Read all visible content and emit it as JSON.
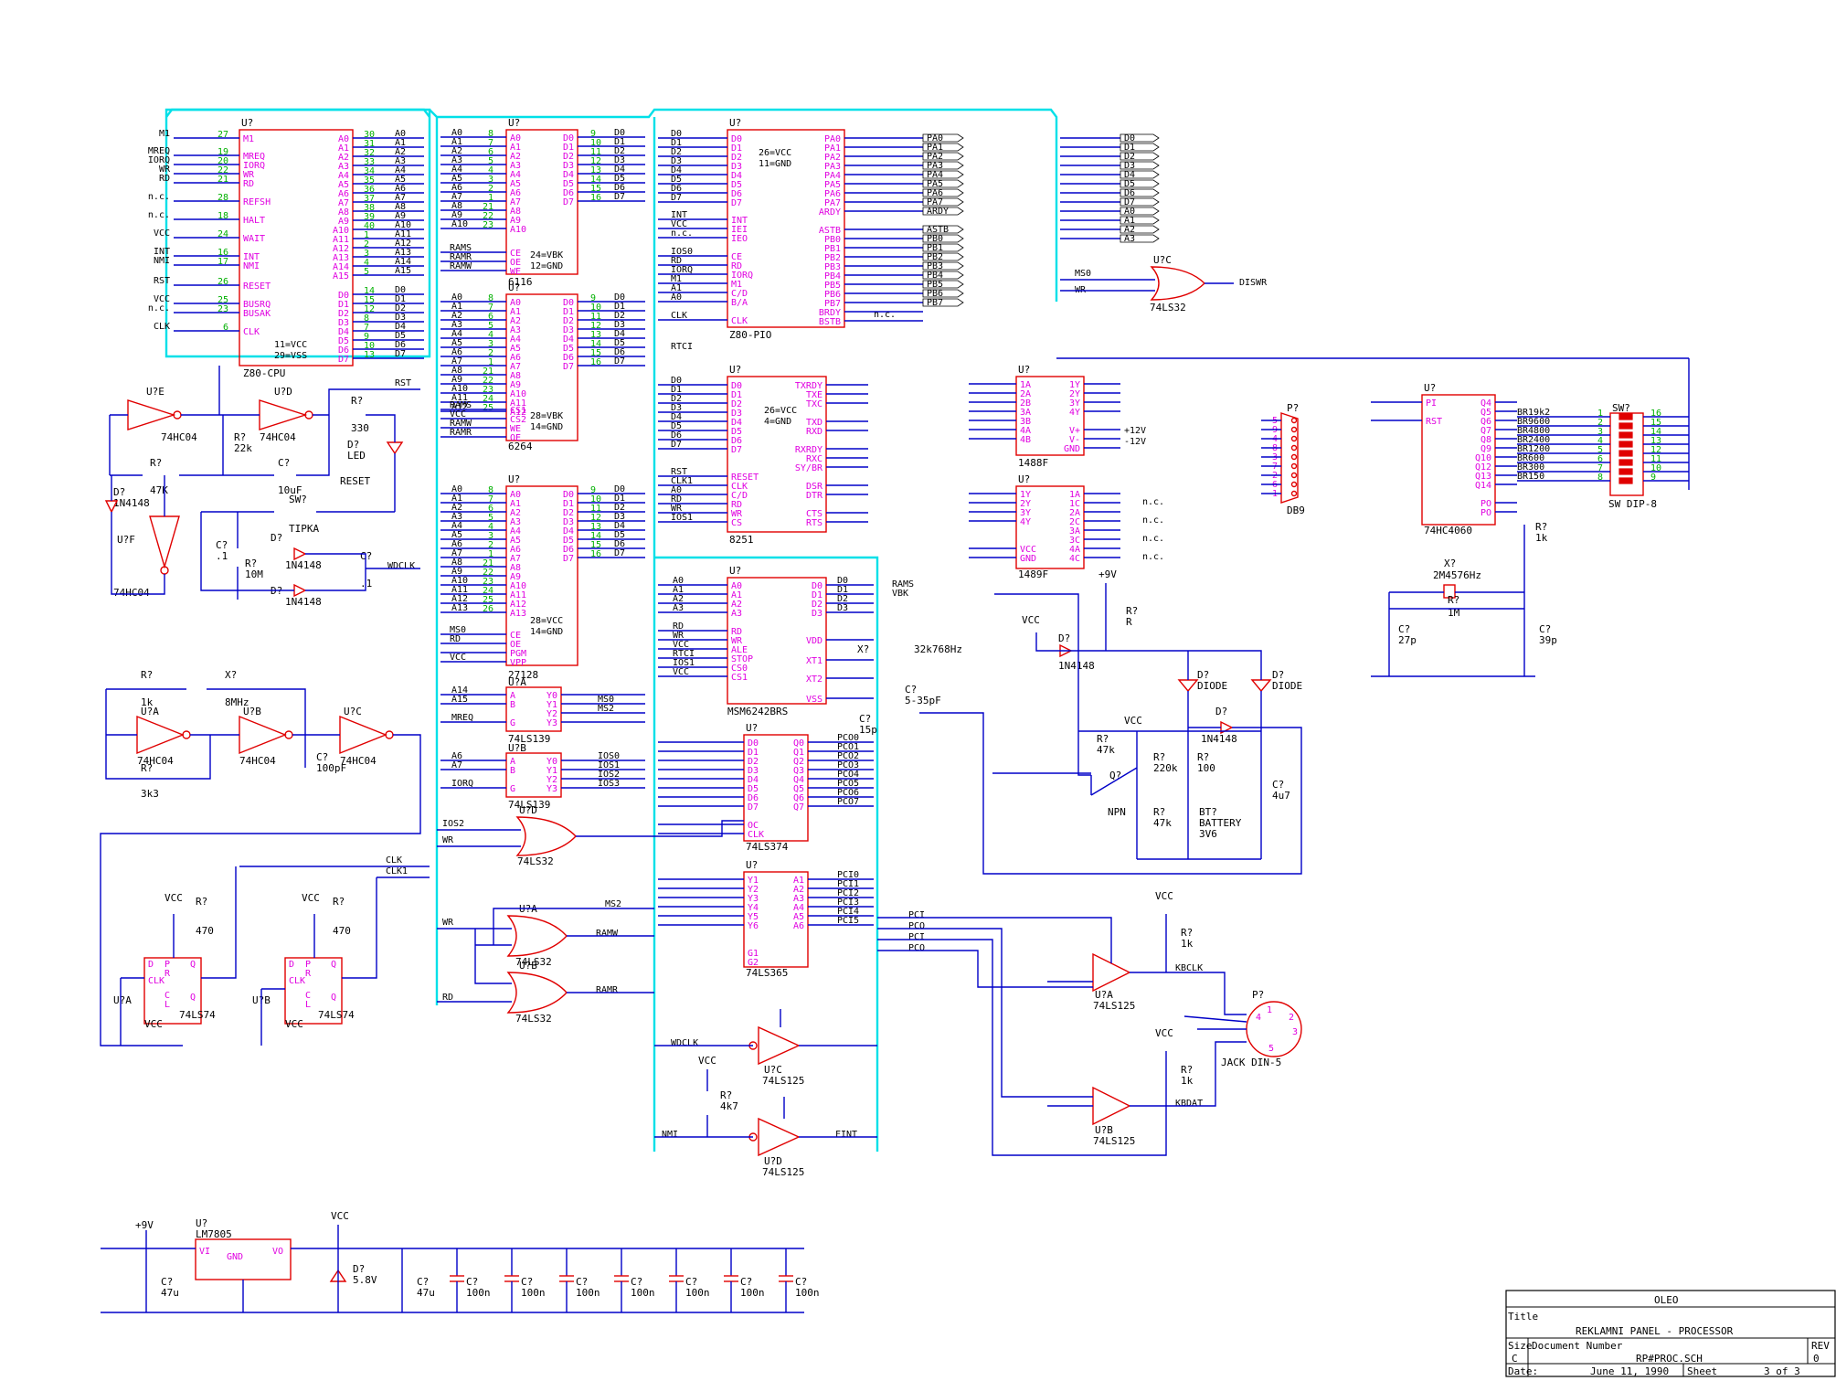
{
  "title_block": {
    "company": "OLEO",
    "title_label": "Title",
    "title": "REKLAMNI PANEL - PROCESSOR",
    "size_label": "Size",
    "size": "C",
    "docnum_label": "Document Number",
    "docnum": "RP#PROC.SCH",
    "rev_label": "REV",
    "rev": "0",
    "date_label": "Date:",
    "date": "June 11, 1990",
    "sheet_label": "Sheet",
    "sheet": "3 of 3"
  },
  "cpu": {
    "ref": "U?",
    "name": "Z80-CPU",
    "left_pins": [
      [
        "27",
        "M1"
      ],
      [
        "19",
        "MREQ"
      ],
      [
        "20",
        "IORQ"
      ],
      [
        "22",
        "WR"
      ],
      [
        "21",
        "RD"
      ],
      [
        "28",
        "REFSH"
      ],
      [
        "18",
        "HALT"
      ],
      [
        "24",
        "WAIT"
      ],
      [
        "16",
        "INT"
      ],
      [
        "17",
        "NMI"
      ],
      [
        "26",
        "RESET"
      ],
      [
        "25",
        "BUSRQ"
      ],
      [
        "23",
        "BUSAK"
      ],
      [
        "6",
        "CLK"
      ]
    ],
    "addr_pins": [
      [
        "30",
        "A0"
      ],
      [
        "31",
        "A1"
      ],
      [
        "32",
        "A2"
      ],
      [
        "33",
        "A3"
      ],
      [
        "34",
        "A4"
      ],
      [
        "35",
        "A5"
      ],
      [
        "36",
        "A6"
      ],
      [
        "37",
        "A7"
      ],
      [
        "38",
        "A8"
      ],
      [
        "39",
        "A9"
      ],
      [
        "40",
        "A10"
      ],
      [
        "1",
        "A11"
      ],
      [
        "2",
        "A12"
      ],
      [
        "3",
        "A13"
      ],
      [
        "4",
        "A14"
      ],
      [
        "5",
        "A15"
      ]
    ],
    "data_pins": [
      [
        "14",
        "D0"
      ],
      [
        "15",
        "D1"
      ],
      [
        "12",
        "D2"
      ],
      [
        "8",
        "D3"
      ],
      [
        "7",
        "D4"
      ],
      [
        "9",
        "D5"
      ],
      [
        "10",
        "D6"
      ],
      [
        "13",
        "D7"
      ]
    ],
    "power": [
      "11=VCC",
      "29=VSS"
    ],
    "left_nets": [
      "M1",
      "MREQ",
      "IORQ",
      "WR",
      "RD",
      "n.c.",
      "n.c.",
      "VCC",
      "INT",
      "NMI",
      "RST",
      "VCC",
      "n.c.",
      "CLK"
    ]
  },
  "ram6116": {
    "ref": "U?",
    "name": "6116",
    "addr": [
      "A0",
      "A1",
      "A2",
      "A3",
      "A4",
      "A5",
      "A6",
      "A7",
      "A8",
      "A9",
      "A10"
    ],
    "data": [
      "D0",
      "D1",
      "D2",
      "D3",
      "D4",
      "D5",
      "D6",
      "D7"
    ],
    "ctl_pins": [
      "CE",
      "OE",
      "WE"
    ],
    "ctl_nets": [
      "RAMS",
      "RAMR",
      "RAMW"
    ],
    "power": [
      "24=VBK",
      "12=GND"
    ]
  },
  "ram6264": {
    "ref": "U?",
    "name": "6264",
    "addr": [
      "A0",
      "A1",
      "A2",
      "A3",
      "A4",
      "A5",
      "A6",
      "A7",
      "A8",
      "A9",
      "A10",
      "A11",
      "A12"
    ],
    "data": [
      "D0",
      "D1",
      "D2",
      "D3",
      "D4",
      "D5",
      "D6",
      "D7"
    ],
    "ctl_pins": [
      "CS1",
      "CS2",
      "WE",
      "OE"
    ],
    "ctl_nets": [
      "RAMS",
      "VCC",
      "RAMW",
      "RAMR"
    ],
    "power": [
      "28=VBK",
      "14=GND"
    ]
  },
  "eprom": {
    "ref": "U?",
    "name": "27128",
    "addr": [
      "A0",
      "A1",
      "A2",
      "A3",
      "A4",
      "A5",
      "A6",
      "A7",
      "A8",
      "A9",
      "A10",
      "A11",
      "A12",
      "A13"
    ],
    "data": [
      "D0",
      "D1",
      "D2",
      "D3",
      "D4",
      "D5",
      "D6",
      "D7"
    ],
    "ctl_pins": [
      "CE",
      "OE",
      "PGM",
      "VPP"
    ],
    "ctl_nets": [
      "MS0",
      "RD",
      "",
      "VCC"
    ],
    "power": [
      "28=VCC",
      "14=GND"
    ]
  },
  "pio": {
    "ref": "U?",
    "name": "Z80-PIO",
    "left": [
      "D0",
      "D1",
      "D2",
      "D3",
      "D4",
      "D5",
      "D6",
      "D7",
      "INT",
      "IEI",
      "IEO",
      "CE",
      "RD",
      "IORQ",
      "M1",
      "C/D",
      "B/A",
      "CLK"
    ],
    "left_nets": [
      "D0",
      "D1",
      "D2",
      "D3",
      "D4",
      "D5",
      "D6",
      "D7",
      "INT",
      "VCC",
      "n.c.",
      "IOS0",
      "RD",
      "IORQ",
      "M1",
      "A1",
      "A0",
      "CLK"
    ],
    "right": [
      "PA0",
      "PA1",
      "PA2",
      "PA3",
      "PA4",
      "PA5",
      "PA6",
      "PA7",
      "ARDY",
      "ASTB",
      "PB0",
      "PB1",
      "PB2",
      "PB3",
      "PB4",
      "PB5",
      "PB6",
      "PB7",
      "BRDY",
      "BSTB"
    ],
    "right_nets": [
      "PA0",
      "PA1",
      "PA2",
      "PA3",
      "PA4",
      "PA5",
      "PA6",
      "PA7",
      "ARDY",
      "ASTB",
      "PB0",
      "PB1",
      "PB2",
      "PB3",
      "PB4",
      "PB5",
      "PB6",
      "PB7",
      "n.c.",
      ""
    ],
    "power": [
      "26=VCC",
      "11=GND"
    ]
  },
  "usart": {
    "ref": "U?",
    "name": "8251",
    "left": [
      "D0",
      "D1",
      "D2",
      "D3",
      "D4",
      "D5",
      "D6",
      "D7",
      "RESET",
      "CLK",
      "C/D",
      "RD",
      "WR",
      "CS"
    ],
    "left_nets": [
      "D0",
      "D1",
      "D2",
      "D3",
      "D4",
      "D5",
      "D6",
      "D7",
      "RST",
      "CLK1",
      "A0",
      "RD",
      "WR",
      "IOS1"
    ],
    "right": [
      "TXRDY",
      "TXE",
      "TXC",
      "TXD",
      "RXD",
      "RXRDY",
      "RXC",
      "SY/BR",
      "DSR",
      "DTR",
      "CTS",
      "RTS"
    ],
    "power": [
      "26=VCC",
      "4=GND"
    ]
  },
  "rtc": {
    "ref": "U?",
    "name": "MSM6242BRS",
    "left": [
      "A0",
      "A1",
      "A2",
      "A3",
      "RD",
      "WR",
      "ALE",
      "STOP",
      "CS0",
      "CS1"
    ],
    "left_nets": [
      "A0",
      "A1",
      "A2",
      "A3",
      "RD",
      "WR",
      "VCC",
      "RTCI",
      "IOS1",
      "VCC"
    ],
    "right": [
      "D0",
      "D1",
      "D2",
      "D3",
      "VDD",
      "XT1",
      "XT2",
      "VSS"
    ],
    "right_nets": [
      "D0",
      "D1",
      "D2",
      "D3"
    ],
    "crystal": "32k768Hz",
    "c1": "C?",
    "c1v": "15p",
    "c2": "C?",
    "c2v": "5-35pF",
    "vbk": "VBK",
    "rams": "RAMS"
  },
  "dec1": {
    "ref": "U?A",
    "name": "74LS139",
    "in": [
      "A14",
      "A15",
      "MREQ"
    ],
    "pins": [
      "A",
      "B",
      "G"
    ],
    "out": [
      "Y0",
      "Y1",
      "Y2",
      "Y3"
    ],
    "out_nets": [
      "MS0",
      "MS2"
    ]
  },
  "dec2": {
    "ref": "U?B",
    "name": "74LS139",
    "in": [
      "A6",
      "A7",
      "IORQ"
    ],
    "pins": [
      "A",
      "B",
      "G"
    ],
    "out": [
      "Y0",
      "Y1",
      "Y2",
      "Y3"
    ],
    "out_nets": [
      "IOS0",
      "IOS1",
      "IOS2",
      "IOS3"
    ]
  },
  "latch": {
    "ref": "U?",
    "name": "74LS374",
    "in": [
      "D0",
      "D1",
      "D2",
      "D3",
      "D4",
      "D5",
      "D6",
      "D7",
      "OC",
      "CLK"
    ],
    "out": [
      "Q0",
      "Q1",
      "Q2",
      "Q3",
      "Q4",
      "Q5",
      "Q6",
      "Q7"
    ],
    "out_nets": [
      "PCO0",
      "PCO1",
      "PCO2",
      "PCO3",
      "PCO4",
      "PCO5",
      "PCO6",
      "PCO7"
    ]
  },
  "buffer": {
    "ref": "U?",
    "name": "74LS365",
    "in": [
      "Y1",
      "Y2",
      "Y3",
      "Y4",
      "Y5",
      "Y6",
      "G1",
      "G2"
    ],
    "out": [
      "A1",
      "A2",
      "A3",
      "A4",
      "A5",
      "A6"
    ],
    "out_nets": [
      "PCI0",
      "PCI1",
      "PCI2",
      "PCI3",
      "PCI4",
      "PCI5"
    ]
  },
  "rs232_drv": {
    "ref": "U?",
    "name": "1488F",
    "left": [
      "1A",
      "2A",
      "2B",
      "3A",
      "3B",
      "4A",
      "4B"
    ],
    "right": [
      "1Y",
      "2Y",
      "3Y",
      "4Y",
      "V+",
      "V-",
      "GND"
    ],
    "rails": [
      "+12V",
      "-12V"
    ]
  },
  "rs232_rcv": {
    "ref": "U?",
    "name": "1489F",
    "left": [
      "1Y",
      "2Y",
      "3Y",
      "4Y",
      "VCC",
      "GND"
    ],
    "right": [
      "1A",
      "1C",
      "2A",
      "2C",
      "3A",
      "3C",
      "4A",
      "4C"
    ],
    "nc": "n.c."
  },
  "db9": {
    "ref": "P?",
    "name": "DB9",
    "pins": [
      "5",
      "9",
      "4",
      "8",
      "3",
      "7",
      "2",
      "6",
      "1"
    ]
  },
  "baud": {
    "ref": "U?",
    "name": "74HC4060",
    "left": [
      "PI",
      "RST"
    ],
    "right": [
      "Q4",
      "Q5",
      "Q6",
      "Q7",
      "Q8",
      "Q9",
      "Q10",
      "Q12",
      "Q13",
      "Q14",
      "PO",
      "PO"
    ],
    "rates": [
      "BR19k2",
      "BR9600",
      "BR4800",
      "BR2400",
      "BR1200",
      "BR600",
      "BR300",
      "BR150"
    ],
    "sw_ref": "SW?",
    "sw_name": "SW DIP-8",
    "sw_left": [
      "1",
      "2",
      "3",
      "4",
      "5",
      "6",
      "7",
      "8"
    ],
    "sw_right": [
      "16",
      "15",
      "14",
      "13",
      "12",
      "11",
      "10",
      "9"
    ],
    "xtal": "X?",
    "xtal_val": "2M4576Hz",
    "r_ref": "R?",
    "r_val": "1M",
    "r2_ref": "R?",
    "r2_val": "1k",
    "c1": "C?",
    "c1v": "27p",
    "c2": "C?",
    "c2v": "39p"
  },
  "reset": {
    "inv1": "U?E",
    "inv2": "U?D",
    "inv3": "U?F",
    "inv": "74HC04",
    "r1": "R?",
    "r1v": "22k",
    "r2": "R?",
    "r2v": "330",
    "r3": "R?",
    "r3v": "47K",
    "r4": "R?",
    "r4v": "10M",
    "c1": "C?",
    "c1v": "10uF",
    "c2": "C?",
    "c2v": ".1",
    "c3": "C?",
    "c3v": ".1",
    "d1": "D?",
    "d1v": "1N4148",
    "d2": "D?",
    "d2v": "1N4148",
    "d3": "D?",
    "d3v": "1N4148",
    "led": "D?",
    "ledv": "LED",
    "sw": "SW?",
    "swv": "TIPKA",
    "rst": "RST",
    "label": "RESET",
    "wdclk": "WDCLK"
  },
  "osc": {
    "ga": "U?A",
    "gb": "U?B",
    "gc": "U?C",
    "inv": "74HC04",
    "r1": "R?",
    "r1v": "1k",
    "r2": "R?",
    "r2v": "3k3",
    "x": "X?",
    "xv": "8MHz",
    "c": "C?",
    "cv": "100pF",
    "ff_a": "U?A",
    "ff_b": "U?B",
    "ff": "74LS74",
    "r3": "R?",
    "r3v": "470",
    "r4": "R?",
    "r4v": "470",
    "clk": "CLK",
    "clk1": "CLK1",
    "vcc": "VCC",
    "ff_pins": [
      "D",
      "P",
      "R",
      "CLK",
      "C",
      "L",
      "Q",
      "Q"
    ]
  },
  "logic": {
    "or1": "U?C",
    "or2": "U?D",
    "or3": "U?A",
    "or4": "U?B",
    "or": "74LS32",
    "msm": "MS0",
    "wr": "WR",
    "diswr": "DISWR",
    "ios2": "IOS2",
    "ms2": "MS2",
    "rd": "RD",
    "ramw": "RAMW",
    "ramr": "RAMR"
  },
  "kbd": {
    "ba": "U?A",
    "bb": "U?B",
    "bc": "U?C",
    "bd": "U?D",
    "buf": "74LS125",
    "kbclk": "KBCLK",
    "kbdat": "KBDAT",
    "wdclk": "WDCLK",
    "nmi": "NMI",
    "fint": "FINT",
    "r": "R?",
    "rv": "4k7",
    "r1": "R?",
    "r1v": "1k",
    "r2": "R?",
    "r2v": "1k",
    "jack": "P?",
    "jackv": "JACK DIN-5",
    "pci": "PCI",
    "pco": "PCO",
    "vcc": "VCC",
    "jpins": [
      "1",
      "2",
      "3",
      "4",
      "5"
    ]
  },
  "backup": {
    "vin": "+9V",
    "r1": "R?",
    "r1v": "R",
    "d1": "D?",
    "d1v": "1N4148",
    "d2": "D?",
    "d2v": "DIODE",
    "d3": "D?",
    "d3v": "DIODE",
    "d4": "D?",
    "d4v": "1N4148",
    "r2": "R?",
    "r2v": "47k",
    "r3": "R?",
    "r3v": "220k",
    "r4": "R?",
    "r4v": "100",
    "r5": "R?",
    "r5v": "47k",
    "q": "Q?",
    "qv": "NPN",
    "bt": "BT?",
    "btv": "BATTERY",
    "btv2": "3V6",
    "c": "C?",
    "cv": "4u7",
    "vcc": "VCC"
  },
  "power": {
    "vin": "+9V",
    "reg": "U?",
    "regv": "LM7805",
    "pins": [
      "VI",
      "GND",
      "VO"
    ],
    "vcc": "VCC",
    "c_in": "C?",
    "c_inv": "47u",
    "z": "D?",
    "zv": "5.8V",
    "c_out": "C?",
    "c_outv": "47u",
    "decap": "C?",
    "decapv": "100n"
  },
  "colors": {
    "wire": "#0000c8",
    "bus": "#00e0e8",
    "component": "#e00000",
    "pin_name": "#e000e0",
    "pin_num": "#00b000"
  }
}
